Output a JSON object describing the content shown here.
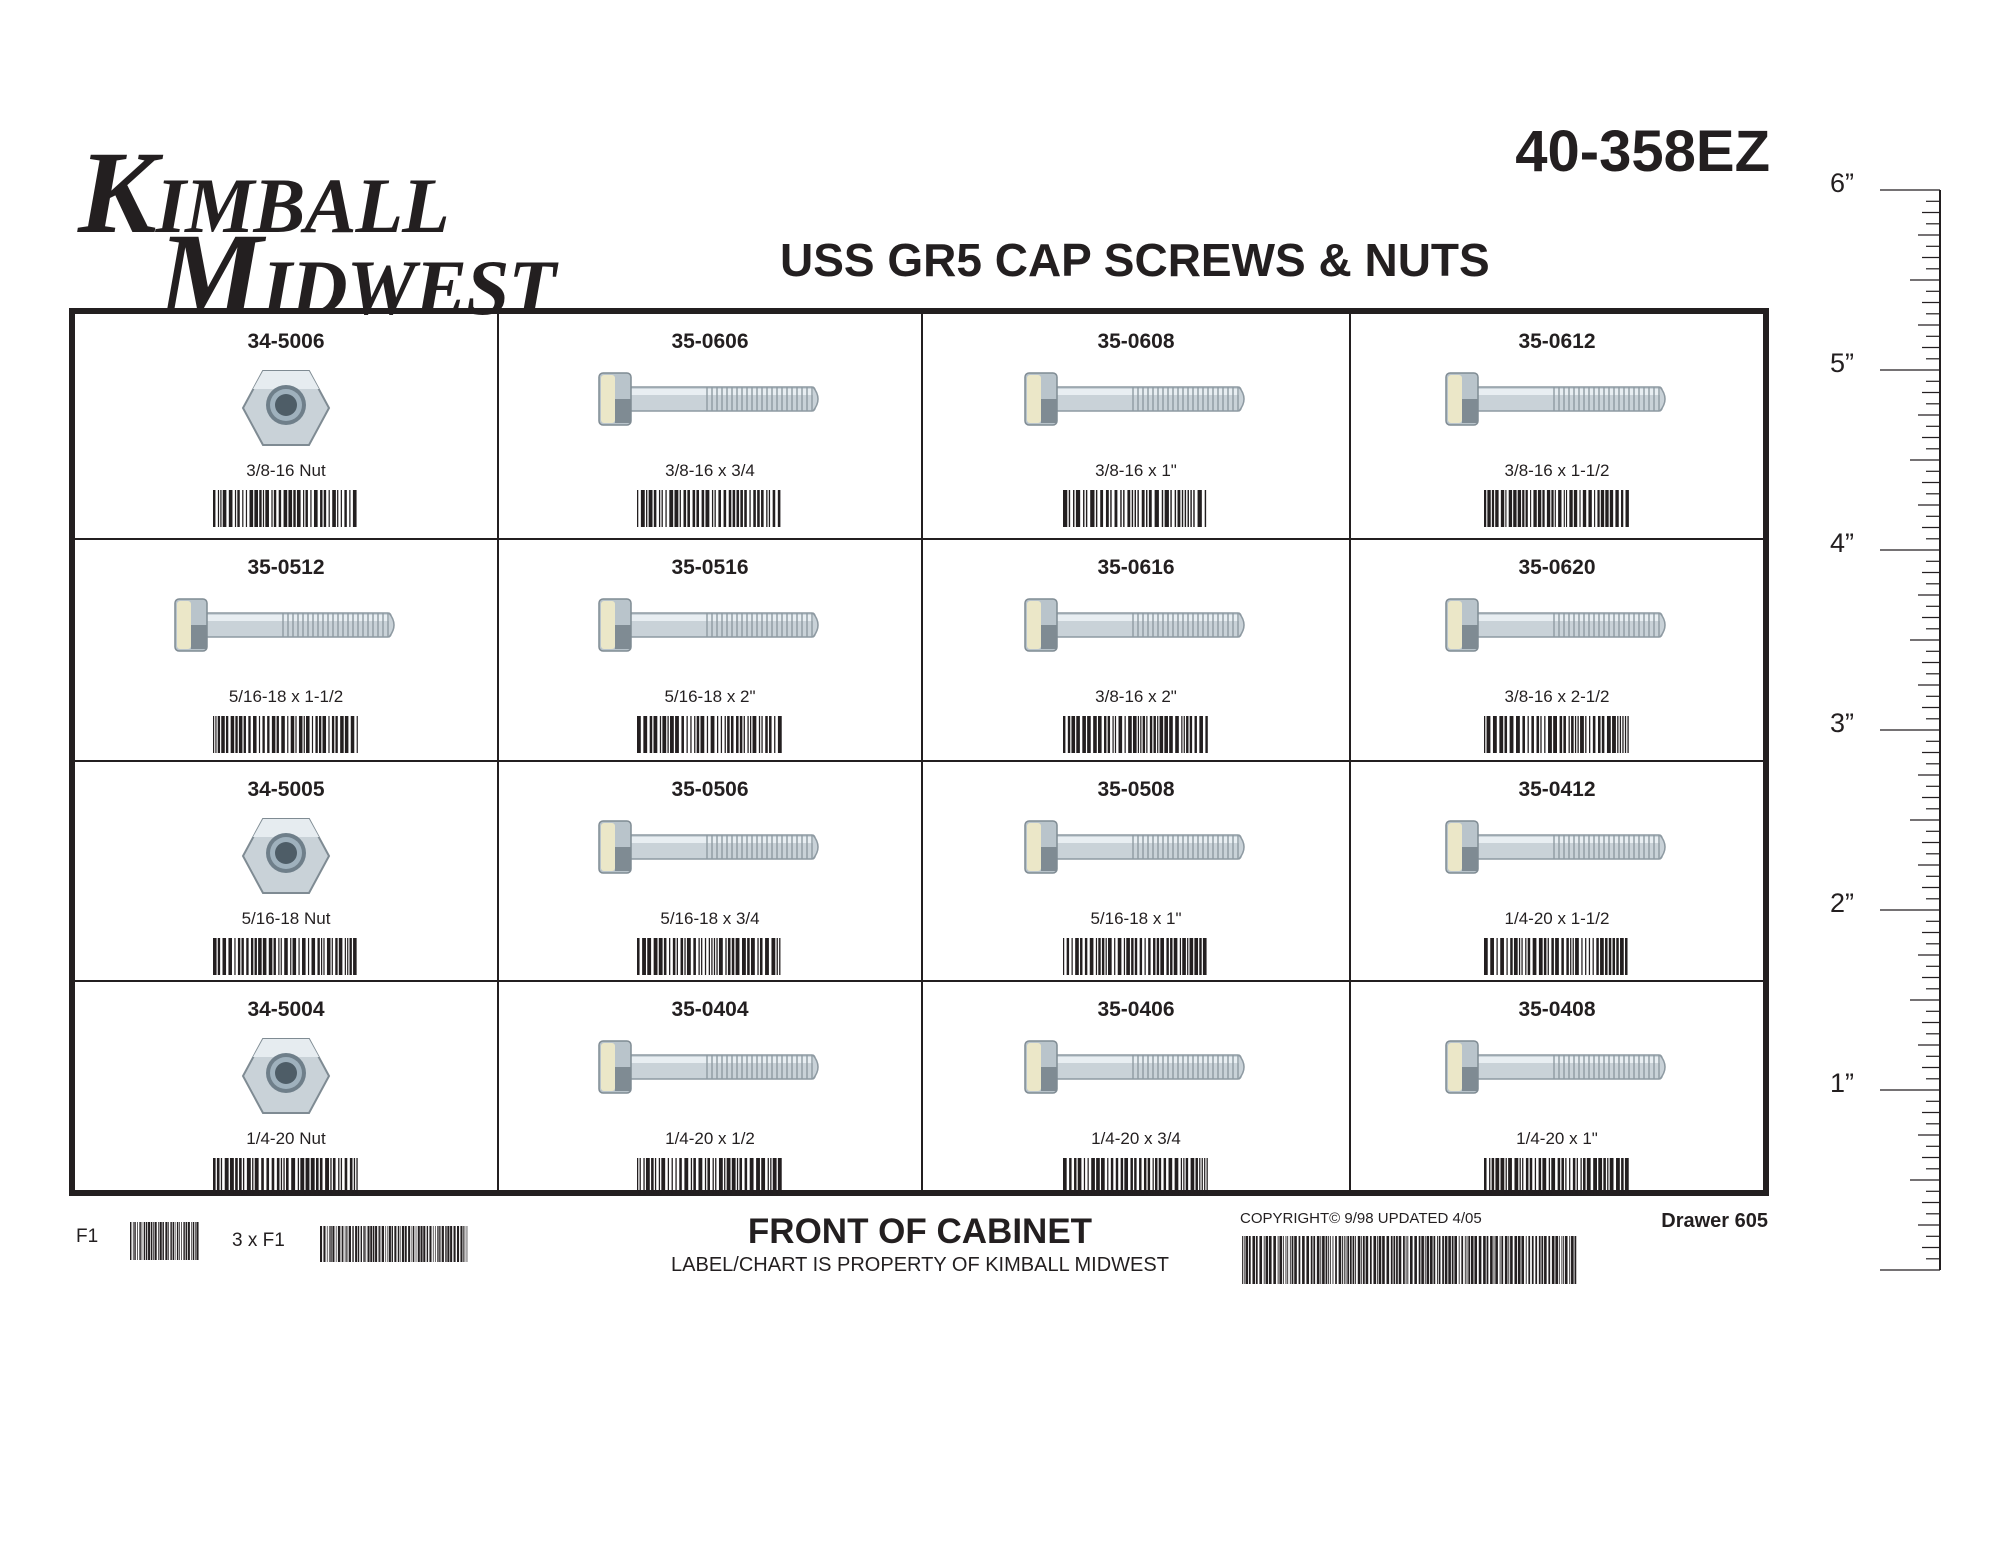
{
  "logo": {
    "line1_cap": "K",
    "line1_rest": "IMBALL",
    "line2_cap": "M",
    "line2_rest": "IDWEST"
  },
  "part_number": "40-358EZ",
  "title": "USS GR5 CAP SCREWS & NUTS",
  "cells": [
    {
      "sku": "34-5006",
      "desc": "3/8-16 Nut",
      "kind": "nut"
    },
    {
      "sku": "35-0606",
      "desc": "3/8-16 x 3/4",
      "kind": "bolt"
    },
    {
      "sku": "35-0608",
      "desc": "3/8-16 x 1\"",
      "kind": "bolt"
    },
    {
      "sku": "35-0612",
      "desc": "3/8-16 x 1-1/2",
      "kind": "bolt"
    },
    {
      "sku": "35-0512",
      "desc": "5/16-18 x 1-1/2",
      "kind": "bolt"
    },
    {
      "sku": "35-0516",
      "desc": "5/16-18 x 2\"",
      "kind": "bolt"
    },
    {
      "sku": "35-0616",
      "desc": "3/8-16 x 2\"",
      "kind": "bolt"
    },
    {
      "sku": "35-0620",
      "desc": "3/8-16 x 2-1/2",
      "kind": "bolt"
    },
    {
      "sku": "34-5005",
      "desc": "5/16-18 Nut",
      "kind": "nut"
    },
    {
      "sku": "35-0506",
      "desc": "5/16-18 x 3/4",
      "kind": "bolt"
    },
    {
      "sku": "35-0508",
      "desc": "5/16-18 x 1\"",
      "kind": "bolt"
    },
    {
      "sku": "35-0412",
      "desc": "1/4-20 x 1-1/2",
      "kind": "bolt"
    },
    {
      "sku": "34-5004",
      "desc": "1/4-20 Nut",
      "kind": "nut"
    },
    {
      "sku": "35-0404",
      "desc": "1/4-20 x 1/2",
      "kind": "bolt"
    },
    {
      "sku": "35-0406",
      "desc": "1/4-20 x 3/4",
      "kind": "bolt"
    },
    {
      "sku": "35-0408",
      "desc": "1/4-20 x 1\"",
      "kind": "bolt"
    }
  ],
  "footer": {
    "f1": "F1",
    "f3": "3 x F1",
    "front": "FRONT OF CABINET",
    "property": "LABEL/CHART IS PROPERTY OF KIMBALL MIDWEST",
    "copyright": "COPYRIGHT©  9/98 UPDATED 4/05",
    "drawer": "Drawer 605"
  },
  "ruler": {
    "labels": [
      "6”",
      "5”",
      "4”",
      "3”",
      "2”",
      "1”"
    ]
  },
  "colors": {
    "ink": "#231f20",
    "zinc": "#c9d2d8",
    "zinc_dark": "#7f8b93"
  }
}
